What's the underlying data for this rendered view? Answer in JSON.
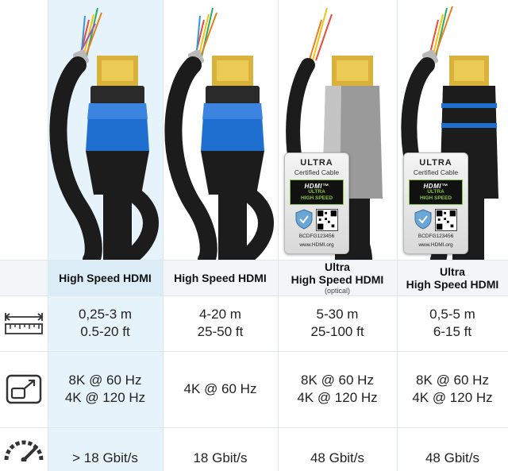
{
  "columns": [
    {
      "title": "High Speed HDMI",
      "subtitle": "",
      "length_m": "0,25-3 m",
      "length_ft": "0.5-20 ft",
      "res_line1": "8K @ 60 Hz",
      "res_line2": "4K @ 120 Hz",
      "speed": "> 18 Gbit/s"
    },
    {
      "title": "High Speed HDMI",
      "subtitle": "",
      "length_m": "4-20 m",
      "length_ft": "25-50 ft",
      "res_line1": "4K @ 60 Hz",
      "res_line2": "",
      "speed": "18 Gbit/s"
    },
    {
      "title_line1": "Ultra",
      "title_line2": "High Speed HDMI",
      "subtitle": "(optical)",
      "length_m": "5-30 m",
      "length_ft": "25-100 ft",
      "res_line1": "8K @ 60 Hz",
      "res_line2": "4K @ 120 Hz",
      "speed": "48 Gbit/s"
    },
    {
      "title_line1": "Ultra",
      "title_line2": "High Speed HDMI",
      "subtitle": "",
      "length_m": "0,5-5 m",
      "length_ft": "6-15 ft",
      "res_line1": "8K @ 60 Hz",
      "res_line2": "4K @ 120 Hz",
      "speed": "48 Gbit/s"
    }
  ],
  "cert_label": {
    "ultra": "ULTRA",
    "certified": "Certified Cable",
    "brand": "HDMI™",
    "line1": "ULTRA",
    "line2": "HIGH SPEED",
    "code": "BCDFG123456",
    "site": "www.HDMI.org"
  },
  "icons": {
    "length": "ruler-length-icon",
    "resolution": "screen-resize-icon",
    "speed": "speedometer-icon"
  },
  "colors": {
    "highlight_column": "#e7f3fb",
    "cable_blue": "#1f6fd1",
    "cable_black": "#1c1c1c",
    "gold": "#d8b23a"
  }
}
